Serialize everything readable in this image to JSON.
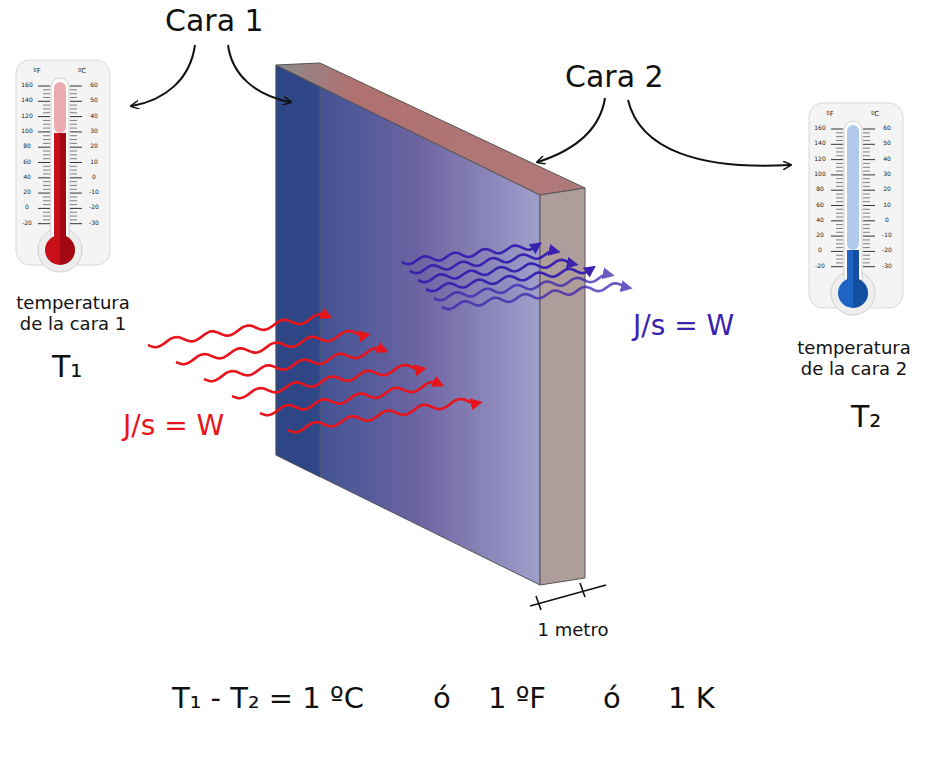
{
  "diagram": {
    "labels": [
      "Cara 1",
      "Cara 2",
      "temperatura de la cara 1",
      "T₁",
      "J/s = W",
      "J/s = W",
      "temperatura de la cara 2",
      "T₂",
      "1 metro",
      "T₁ - T₂ = 1 ºC",
      "ó",
      "1 ºF",
      "ó",
      "1 K",
      "ºF",
      "ºC",
      "160",
      "140",
      "120",
      "100",
      "80",
      "60",
      "40",
      "20",
      "0",
      "-20",
      "60",
      "50",
      "40",
      "30",
      "20",
      "10",
      "0",
      "-10",
      "-20",
      "-30",
      "ºF",
      "ºC",
      "160",
      "140",
      "120",
      "100",
      "80",
      "60",
      "40",
      "20",
      "0",
      "-20",
      "60",
      "50",
      "40",
      "30",
      "20",
      "10",
      "0",
      "-10",
      "-20",
      "-30"
    ]
  }
}
